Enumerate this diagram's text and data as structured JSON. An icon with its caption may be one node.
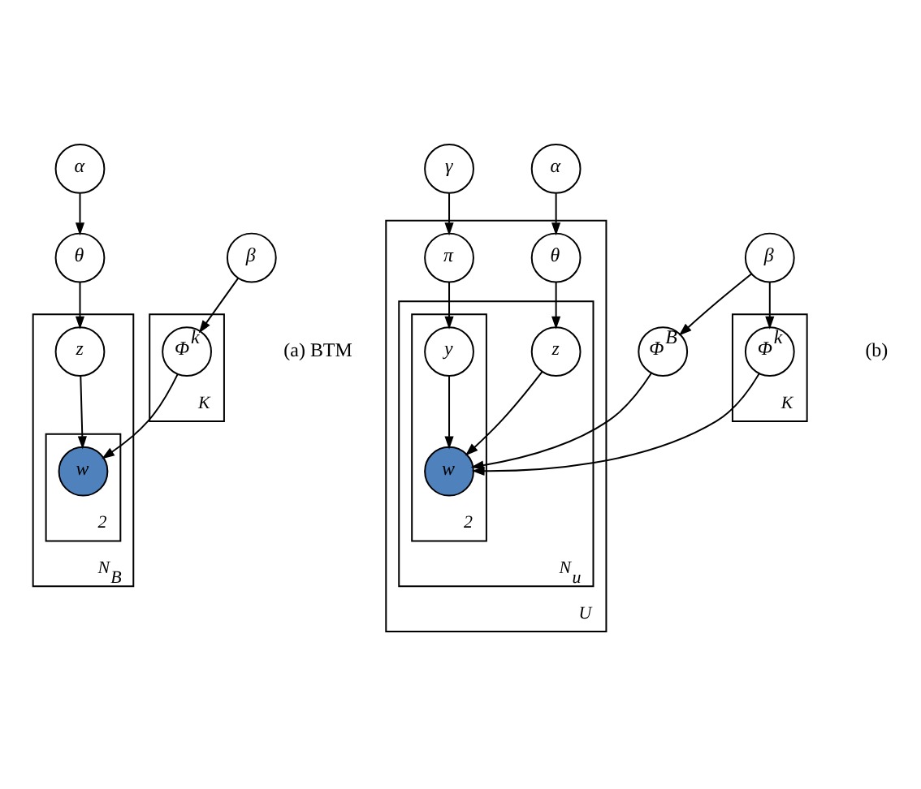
{
  "diagram": {
    "nodes": [
      {
        "text": [
          "α"
        ]
      },
      {
        "text": [
          "θ"
        ]
      },
      {
        "text": [
          "N$_{B}$"
        ]
      },
      {
        "text": [
          "z"
        ],
        "in": 2
      },
      {
        "text": [
          "2"
        ],
        "in": 2
      },
      {
        "text": [
          "w"
        ],
        "in": 4
      },
      {
        "text": [
          "K"
        ]
      },
      {
        "text": [
          "Φ$^{k}$"
        ],
        "in": 6
      },
      {
        "text": [
          "β"
        ]
      },
      {
        "text": [
          "γ"
        ]
      },
      {
        "text": [
          "α"
        ]
      },
      {
        "text": [
          "U"
        ]
      },
      {
        "text": [
          "π"
        ],
        "in": 11
      },
      {
        "text": [
          "θ"
        ],
        "in": 11
      },
      {
        "text": [
          "N$_{u}$"
        ],
        "in": 11
      },
      {
        "text": [
          "z"
        ],
        "in": 14
      },
      {
        "text": [
          "2"
        ],
        "in": 14
      },
      {
        "text": [
          "y"
        ],
        "in": 16
      },
      {
        "text": [
          "w"
        ],
        "in": 16
      },
      {
        "text": [
          "Φ$^{B}$"
        ]
      },
      {
        "text": [
          "K"
        ]
      },
      {
        "text": [
          "Φ$^{k}$"
        ],
        "in": 20
      },
      {
        "text": [
          "β"
        ]
      }
    ],
    "edges": [
      {
        "from": 0,
        "to": 1,
        "arrow": "to"
      },
      {
        "from": 1,
        "to": 3,
        "arrow": "to"
      },
      {
        "from": 3,
        "to": 5,
        "arrow": "to"
      },
      {
        "from": 7,
        "to": 5,
        "arrow": "to"
      },
      {
        "from": 8,
        "to": 7,
        "arrow": "to"
      },
      {
        "from": 9,
        "to": 12,
        "arrow": "to"
      },
      {
        "from": 10,
        "to": 13,
        "arrow": "to"
      },
      {
        "from": 12,
        "to": 17,
        "arrow": "to"
      },
      {
        "from": 13,
        "to": 15,
        "arrow": "to"
      },
      {
        "from": 15,
        "to": 18,
        "arrow": "to"
      },
      {
        "from": 17,
        "to": 18,
        "arrow": "to"
      },
      {
        "from": 19,
        "to": 18,
        "arrow": "to"
      },
      {
        "from": 21,
        "to": 18,
        "arrow": "to"
      },
      {
        "from": 22,
        "to": 21,
        "arrow": "to"
      },
      {
        "from": 22,
        "to": 19,
        "arrow": "to"
      }
    ],
    "labels": [
      "(a) BTM",
      "(b)"
    ]
  }
}
